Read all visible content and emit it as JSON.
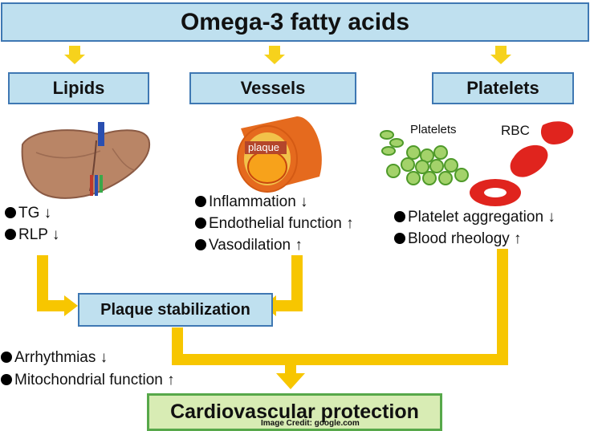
{
  "title": "Omega-3 fatty acids",
  "categories": {
    "lipids": "Lipids",
    "vessels": "Vessels",
    "platelets": "Platelets"
  },
  "vessel_image_label": "plaque",
  "platelet_image_labels": {
    "platelets": "Platelets",
    "rbc": "RBC"
  },
  "lipids_effects": [
    "TG ↓",
    "RLP ↓"
  ],
  "vessels_effects": [
    "Inflammation ↓",
    "Endothelial function ↑",
    "Vasodilation ↑"
  ],
  "platelets_effects": [
    "Platelet aggregation ↓",
    "Blood rheology ↑"
  ],
  "plaque_box": "Plaque stabilization",
  "heart_effects": [
    "Arrhythmias ↓",
    "Mitochondrial function ↑"
  ],
  "outcome": "Cardiovascular protection",
  "credit": "Image Credit: google.com",
  "colors": {
    "box_fill": "#bfe0ef",
    "box_border": "#3f78b3",
    "outcome_fill": "#d8ecb4",
    "outcome_border": "#57a84a",
    "arrow": "#f7c600",
    "small_arrow": "#f6d21c"
  }
}
